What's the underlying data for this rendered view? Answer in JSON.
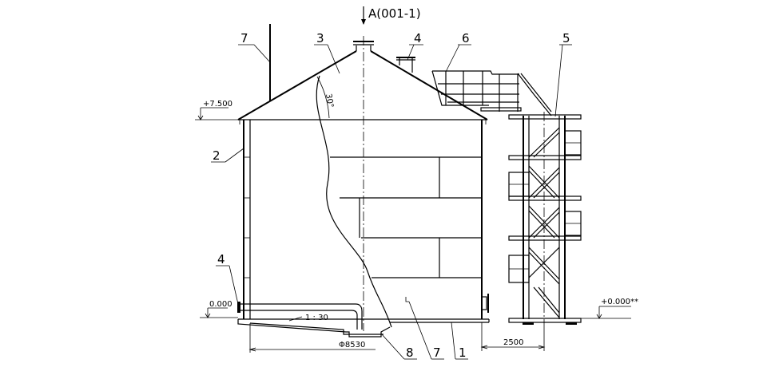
{
  "view_label": "A(001-1)",
  "elevations": {
    "top": "+7.500",
    "inner_zero": "0.000",
    "ground": "+0.000**"
  },
  "slope": "1 : 30",
  "angle": "30°",
  "dimensions": {
    "diameter": "Φ8530",
    "offset": "2500"
  },
  "callouts": [
    "1",
    "2",
    "3",
    "4",
    "4",
    "5",
    "6",
    "7",
    "7",
    "8"
  ]
}
